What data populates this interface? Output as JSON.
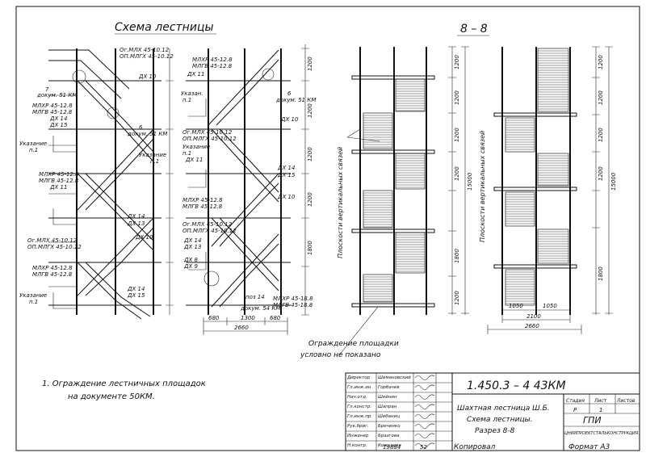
{
  "titles": {
    "scheme": "Схема лестницы",
    "section": "8 – 8"
  },
  "left_view": {
    "labels": [
      "Ог.МЛХ 45-10.12",
      "ОП.МЛГХ 45-10.12",
      "ДХ 10",
      "7",
      "докум. 51 КМ",
      "МЛХР 45-12.8",
      "МЛГВ 45-12.8",
      "ДХ 14",
      "ДХ 15",
      "Указание",
      "п.1",
      "6",
      "докум. 51 КМ",
      "Указание",
      "п.1",
      "МЛХР 45-12.8",
      "МЛГВ 45-12.8",
      "ДХ 11",
      "ДХ 14",
      "ДХ 13",
      "ДХ 10",
      "Ог.МЛХ 45-10.12",
      "ОП.МЛГХ 45-10.12",
      "МЛХР 45-12.8",
      "МЛГВ 45-12.8",
      "ДХ 14",
      "ДХ 15",
      "Указание",
      "п.1"
    ]
  },
  "mid_view": {
    "labels": [
      "МЛХР 45-12.8",
      "МЛГВ 45-12.8",
      "ДХ 11",
      "6",
      "докум. 51 КМ",
      "Указан.",
      "п.1",
      "ДХ 10",
      "Ог.МЛХ 45-10.12",
      "ОП.МЛГХ 45-10.12",
      "Указание",
      "п.1",
      "ДХ 11",
      "ДХ 14",
      "ДХ 15",
      "ДХ 10",
      "МЛХР 45-12.8",
      "МЛГВ 45-12.8",
      "Ог.МЛХ 45-10.12",
      "ОП.МЛГХ 45-10.12",
      "ДХ 14",
      "ДХ 13",
      "ДХ 8",
      "ДХ 9",
      "поз 14",
      "докум. 54 КМ",
      "МЛХР 45-18.8",
      "МЛГВ 45-18.8"
    ],
    "dims_vertical": [
      "1200",
      "1200",
      "1200",
      "1200",
      "1800"
    ],
    "dims_horizontal": [
      "680",
      "1300",
      "680"
    ],
    "total": "2660"
  },
  "section_left": {
    "dims": [
      "1200",
      "1200",
      "1200",
      "1200",
      "1800",
      "1200"
    ],
    "total_height": "15000",
    "rot_label": "Плоскости вертикальных связей",
    "fence_note": "Ограждение площадки",
    "fence_note2": "условно не показано"
  },
  "section_right": {
    "dims": [
      "1200",
      "1200",
      "1200",
      "1200",
      "1800"
    ],
    "total_height": "15000",
    "rot_label": "Плоскости вертикальных связей",
    "dims_horizontal": [
      "1050",
      "1050"
    ],
    "sub_total": "2100",
    "total": "2660"
  },
  "note": {
    "line1": "1. Ограждение лестничных площадок",
    "line2": "на документе 50КМ."
  },
  "stamp": {
    "code": "1.450.3 – 4 43КМ",
    "title1": "Шахтная лестница Ш.Б.",
    "title2": "Схема лестницы.",
    "title3": "Разрез 8-8",
    "col_stage": "Стадия",
    "col_sheet": "Лист",
    "col_sheets": "Листов",
    "stage": "Р",
    "sheet": "1",
    "org": "ГПИ",
    "org2": "ЦНИИПРОЕКТСТАЛЬКОНСТРУКЦИЯ",
    "roles": [
      "Директор",
      "Гл.инж.ин",
      "Нач.отд.",
      "Гл.констр.",
      "Гл.инж.пр.",
      "Рук.бриг.",
      "Инженер",
      "Н.контр."
    ],
    "names": [
      "Шимановский",
      "Горбачев",
      "Шейнин",
      "Шапран",
      "Шебаниц",
      "Бреченко",
      "Бразгова",
      "Кожухова"
    ]
  },
  "footer": {
    "num1": "19884",
    "num2": "52",
    "copied": "Копировал",
    "format": "Формат А3"
  }
}
